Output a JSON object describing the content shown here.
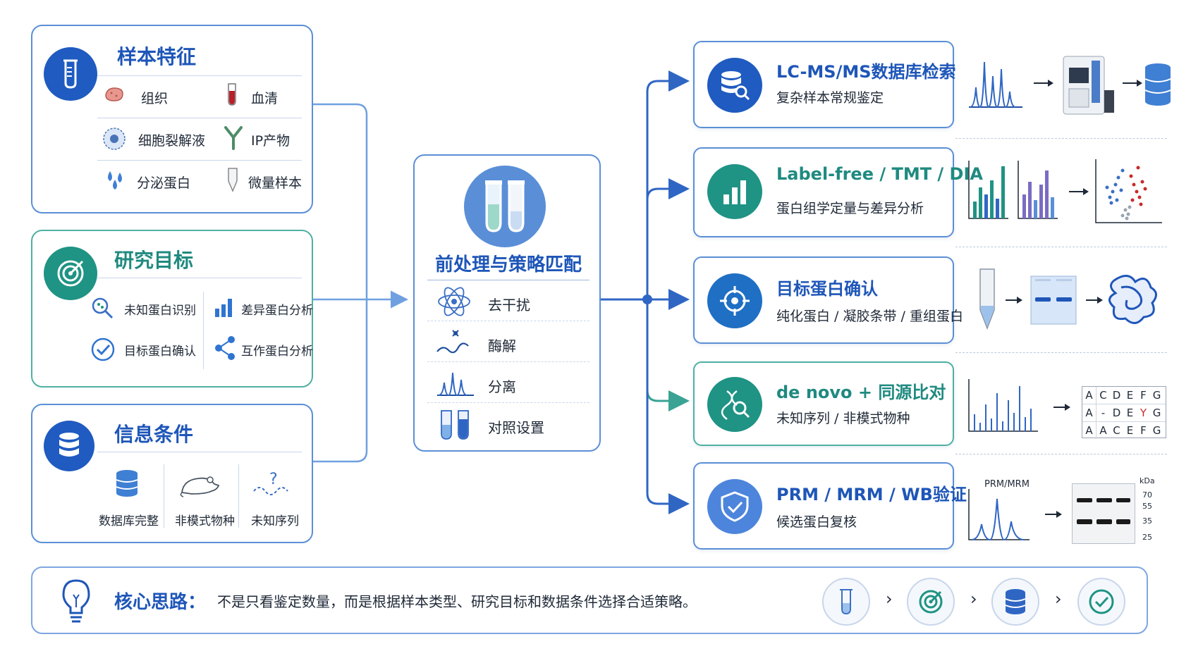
{
  "sample": {
    "title": "样本特征",
    "items": [
      "组织",
      "血清",
      "细胞裂解液",
      "IP产物",
      "分泌蛋白",
      "微量样本"
    ]
  },
  "goal": {
    "title": "研究目标",
    "items": [
      "未知蛋白识别",
      "差异蛋白分析",
      "目标蛋白确认",
      "互作蛋白分析"
    ]
  },
  "info": {
    "title": "信息条件",
    "items": [
      "数据库完整",
      "非模式物种",
      "未知序列"
    ]
  },
  "center": {
    "title": "前处理与策略匹配",
    "steps": [
      "去干扰",
      "酶解",
      "分离",
      "对照设置"
    ]
  },
  "strategies": [
    {
      "title": "LC-MS/MS数据库检索",
      "subtitle": "复杂样本常规鉴定"
    },
    {
      "title": "Label-free / TMT / DIA",
      "subtitle": "蛋白组学定量与差异分析"
    },
    {
      "title": "目标蛋白确认",
      "subtitle": "纯化蛋白 / 凝胶条带 / 重组蛋白"
    },
    {
      "title": "de novo + 同源比对",
      "subtitle": "未知序列 / 非模式物种"
    },
    {
      "title": "PRM / MRM / WB验证",
      "subtitle": "候选蛋白复核"
    }
  ],
  "prm_label": "PRM/MRM",
  "kda": {
    "unit": "kDa",
    "marks": [
      "70",
      "55",
      "35",
      "25"
    ]
  },
  "seq_rows": [
    [
      "A",
      "C",
      "D",
      "E",
      "F",
      "G"
    ],
    [
      "A",
      "-",
      "D",
      "E",
      "Y",
      "G"
    ],
    [
      "A",
      "A",
      "C",
      "E",
      "F",
      "G"
    ]
  ],
  "footer": {
    "label": "核心思路：",
    "text": "不是只看鉴定数量，而是根据样本类型、研究目标和数据条件选择合适策略。"
  },
  "colors": {
    "blue": "#1e56b8",
    "teal": "#1f8a80",
    "line": "#5b8fd6"
  }
}
